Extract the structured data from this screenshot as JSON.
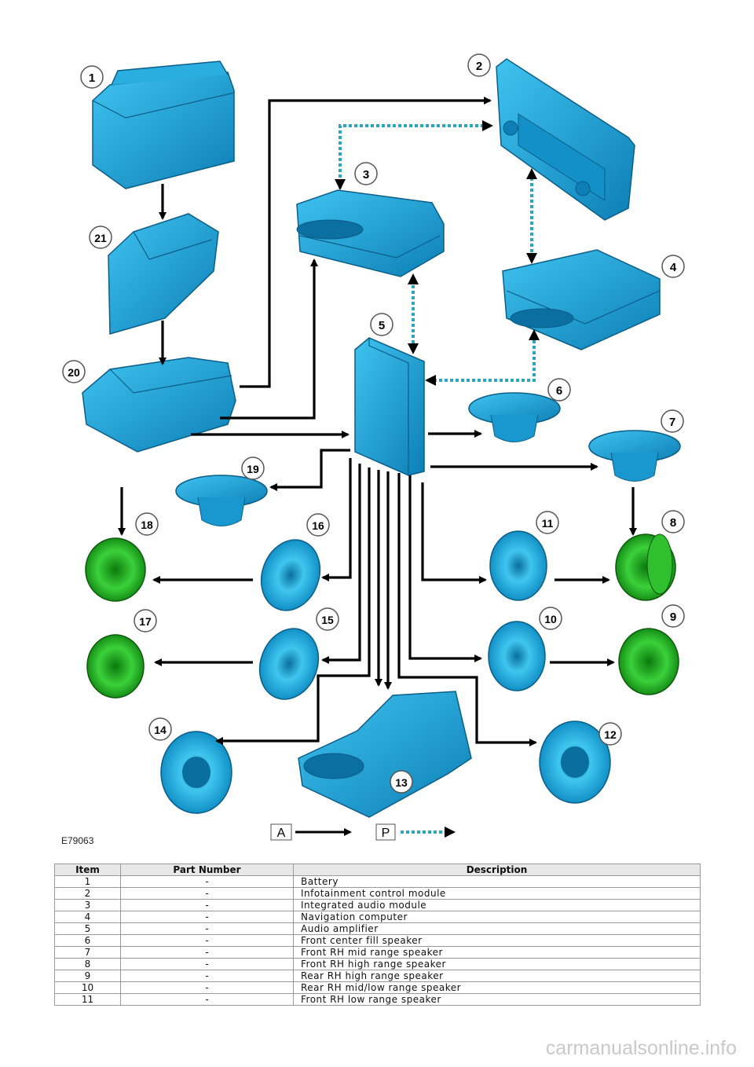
{
  "figure_id": "E79063",
  "callouts": [
    "1",
    "2",
    "3",
    "4",
    "5",
    "6",
    "7",
    "8",
    "9",
    "10",
    "11",
    "12",
    "13",
    "14",
    "15",
    "16",
    "17",
    "18",
    "19",
    "20",
    "21"
  ],
  "key": {
    "a_label": "A",
    "p_label": "P"
  },
  "colors": {
    "component_blue": "#1aa6d8",
    "speaker_green": "#22b022",
    "arrow_black": "#000000",
    "arrow_dotted": "#2aa6c0"
  },
  "table": {
    "headers": [
      "Item",
      "Part Number",
      "Description"
    ],
    "rows": [
      [
        "1",
        "-",
        "Battery"
      ],
      [
        "2",
        "-",
        "Infotainment control module"
      ],
      [
        "3",
        "-",
        "Integrated audio module"
      ],
      [
        "4",
        "-",
        "Navigation computer"
      ],
      [
        "5",
        "-",
        "Audio amplifier"
      ],
      [
        "6",
        "-",
        "Front center fill speaker"
      ],
      [
        "7",
        "-",
        "Front RH mid range speaker"
      ],
      [
        "8",
        "-",
        "Front RH high range speaker"
      ],
      [
        "9",
        "-",
        "Rear RH high range speaker"
      ],
      [
        "10",
        "-",
        "Rear RH mid/low range speaker"
      ],
      [
        "11",
        "-",
        "Front RH low range speaker"
      ]
    ]
  },
  "watermark": "carmanualsonline.info"
}
